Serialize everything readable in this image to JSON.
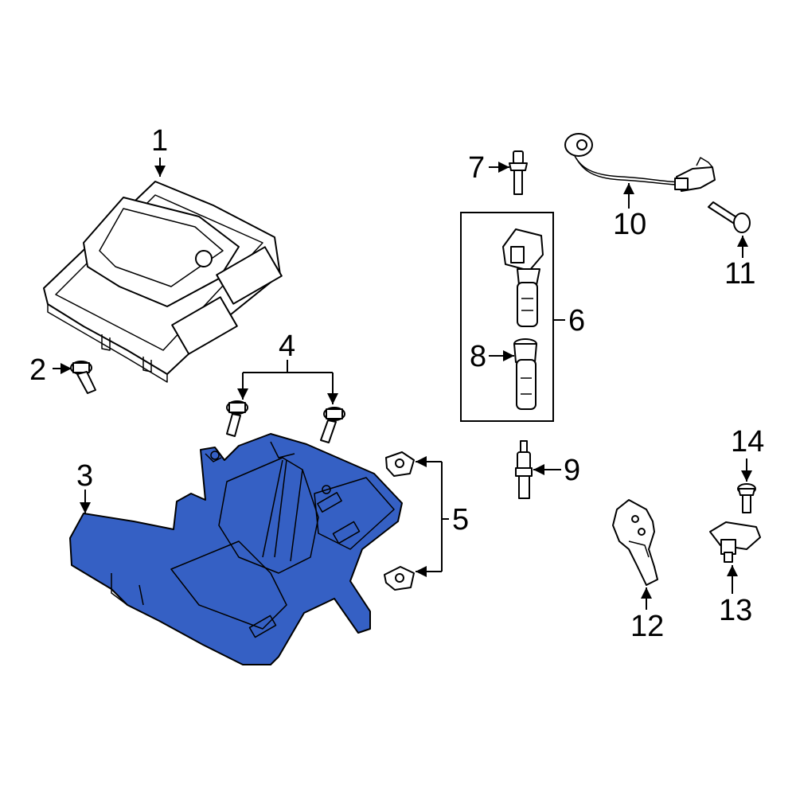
{
  "callouts": {
    "c1": "1",
    "c2": "2",
    "c3": "3",
    "c4": "4",
    "c5": "5",
    "c6": "6",
    "c7": "7",
    "c8": "8",
    "c9": "9",
    "c10": "10",
    "c11": "11",
    "c12": "12",
    "c13": "13",
    "c14": "14"
  },
  "colors": {
    "highlight": "#3560c4",
    "line": "#000000",
    "background": "#ffffff"
  }
}
